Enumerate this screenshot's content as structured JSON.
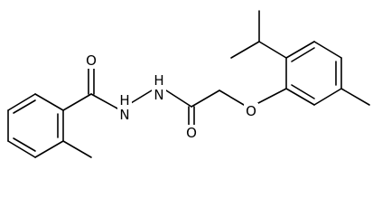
{
  "diagram": {
    "type": "chemical-structure",
    "atom_labels": {
      "carbonyl_oxygen_left": "O",
      "hydrazide_n1": "H\nN",
      "hydrazide_n2": "N\nH",
      "carbonyl_oxygen_right": "O",
      "ether_oxygen": "O"
    },
    "colors": {
      "bond": "#000000",
      "label": "#000000",
      "background": "#ffffff"
    }
  }
}
